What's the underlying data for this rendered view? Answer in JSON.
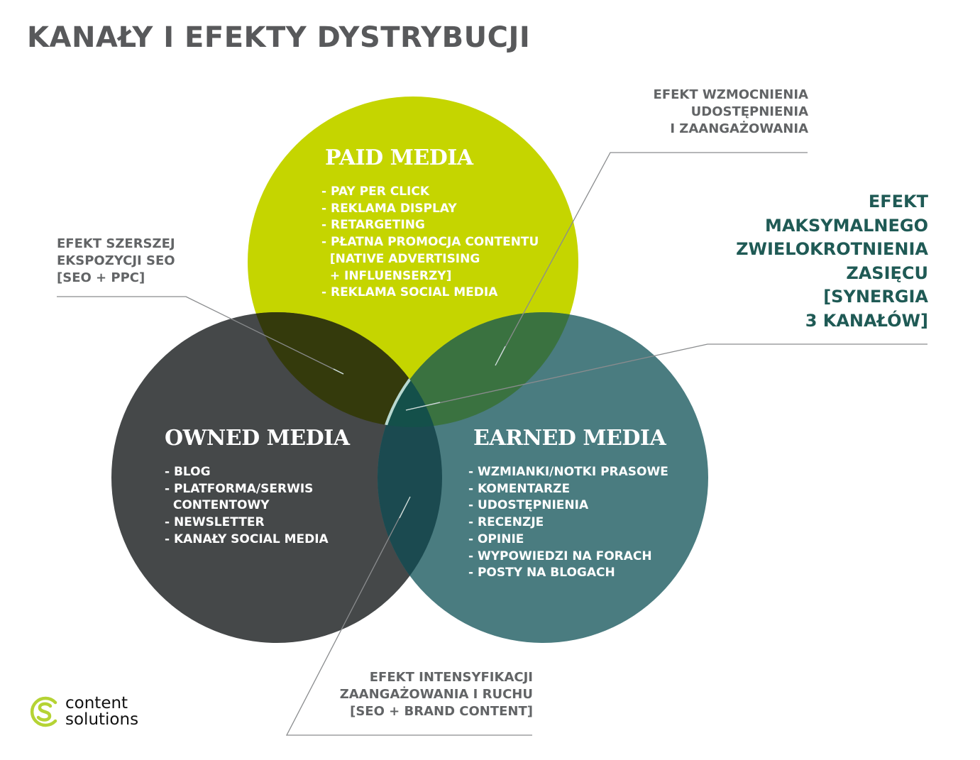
{
  "title": "KANAŁY I EFEKTY DYSTRYBUCJI",
  "circles": {
    "paid": {
      "title": "PAID MEDIA",
      "items": [
        "- PAY PER CLICK",
        "- REKLAMA DISPLAY",
        "- RETARGETING",
        "- PŁATNA PROMOCJA CONTENTU",
        "  [NATIVE ADVERTISING",
        "  + INFLUENSERZY]",
        "- REKLAMA SOCIAL MEDIA"
      ],
      "color": "#c5d500"
    },
    "owned": {
      "title": "OWNED MEDIA",
      "items": [
        "- BLOG",
        "- PLATFORMA/SERWIS",
        "  CONTENTOWY",
        "- NEWSLETTER",
        "- KANAŁY SOCIAL MEDIA"
      ],
      "color": "#454849"
    },
    "earned": {
      "title": "EARNED MEDIA",
      "items": [
        "- WZMIANKI/NOTKI PRASOWE",
        "- KOMENTARZE",
        "- UDOSTĘPNIENIA",
        "- RECENZJE",
        "- OPINIE",
        "- WYPOWIEDZI NA FORACH",
        "- POSTY NA BLOGACH"
      ],
      "color": "#4a7c80"
    }
  },
  "annotations": {
    "seo": [
      "EFEKT SZERSZEJ",
      "EKSPOZYCJI SEO",
      "[SEO + PPC]"
    ],
    "amplification": [
      "EFEKT WZMOCNIENIA",
      "UDOSTĘPNIENIA",
      "I ZAANGAŻOWANIA"
    ],
    "synergy": [
      "EFEKT",
      "MAKSYMALNEGO",
      "ZWIELOKROTNIENIA",
      "ZASIĘCU",
      "[SYNERGIA",
      "3 KANAŁÓW]"
    ],
    "engagement": [
      "EFEKT INTENSYFIKACJI",
      "ZAANGAŻOWANIA I RUCHU",
      "[SEO + BRAND CONTENT]"
    ]
  },
  "logo": {
    "line1": "content",
    "line2": "solutions",
    "color": "#b5d334"
  }
}
